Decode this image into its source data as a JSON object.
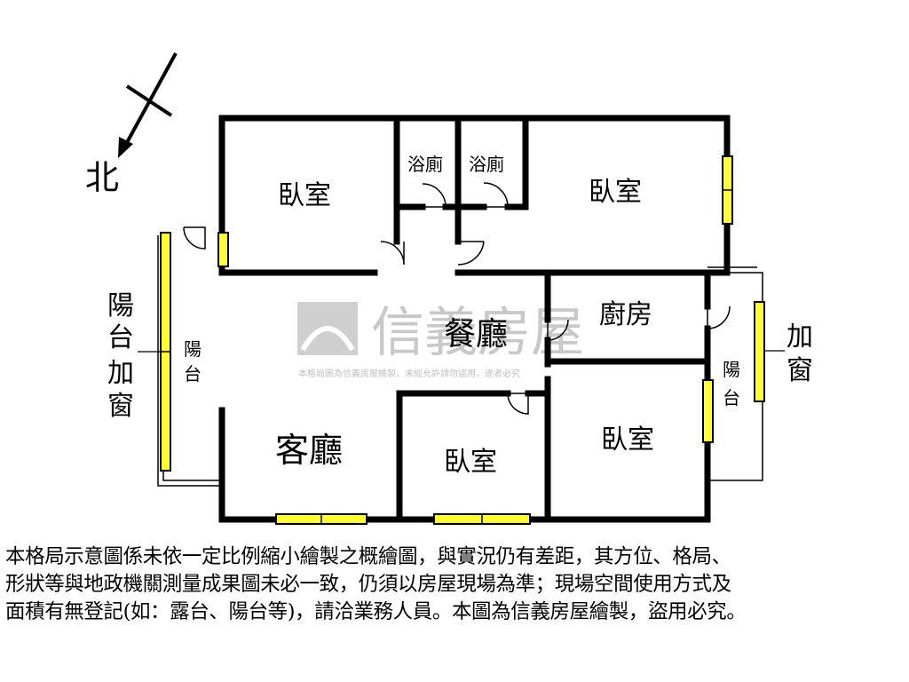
{
  "compass": {
    "label": "北"
  },
  "rooms": {
    "bedroom_nw": "臥室",
    "bath_1": "浴廁",
    "bath_2": "浴廁",
    "bedroom_ne": "臥室",
    "balcony_window_left": [
      "陽",
      "台",
      "加",
      "窗"
    ],
    "balcony_left": [
      "陽",
      "台"
    ],
    "dining": "餐廳",
    "kitchen": "廚房",
    "window_right": [
      "加",
      "窗"
    ],
    "balcony_right": [
      "陽",
      "台"
    ],
    "living": "客廳",
    "bedroom_s": "臥室",
    "bedroom_se": "臥室"
  },
  "watermark": {
    "brand": "信義房屋",
    "notice": "本格局圖為信義房屋繪製，未經允許請勿盜用，違者必究"
  },
  "colors": {
    "wall": "#000000",
    "window_fill": "#ffff33",
    "watermark": "#c8c8c8"
  },
  "disclaimer": [
    "本格局示意圖係未依一定比例縮小繪製之概繪圖，與實況仍有差距，其方位、格局、",
    "形狀等與地政機關測量成果圖未必一致，仍須以房屋現場為準；現場空間使用方式及",
    "面積有無登記(如：露台、陽台等)，請洽業務人員。本圖為信義房屋繪製，盜用必究。"
  ]
}
